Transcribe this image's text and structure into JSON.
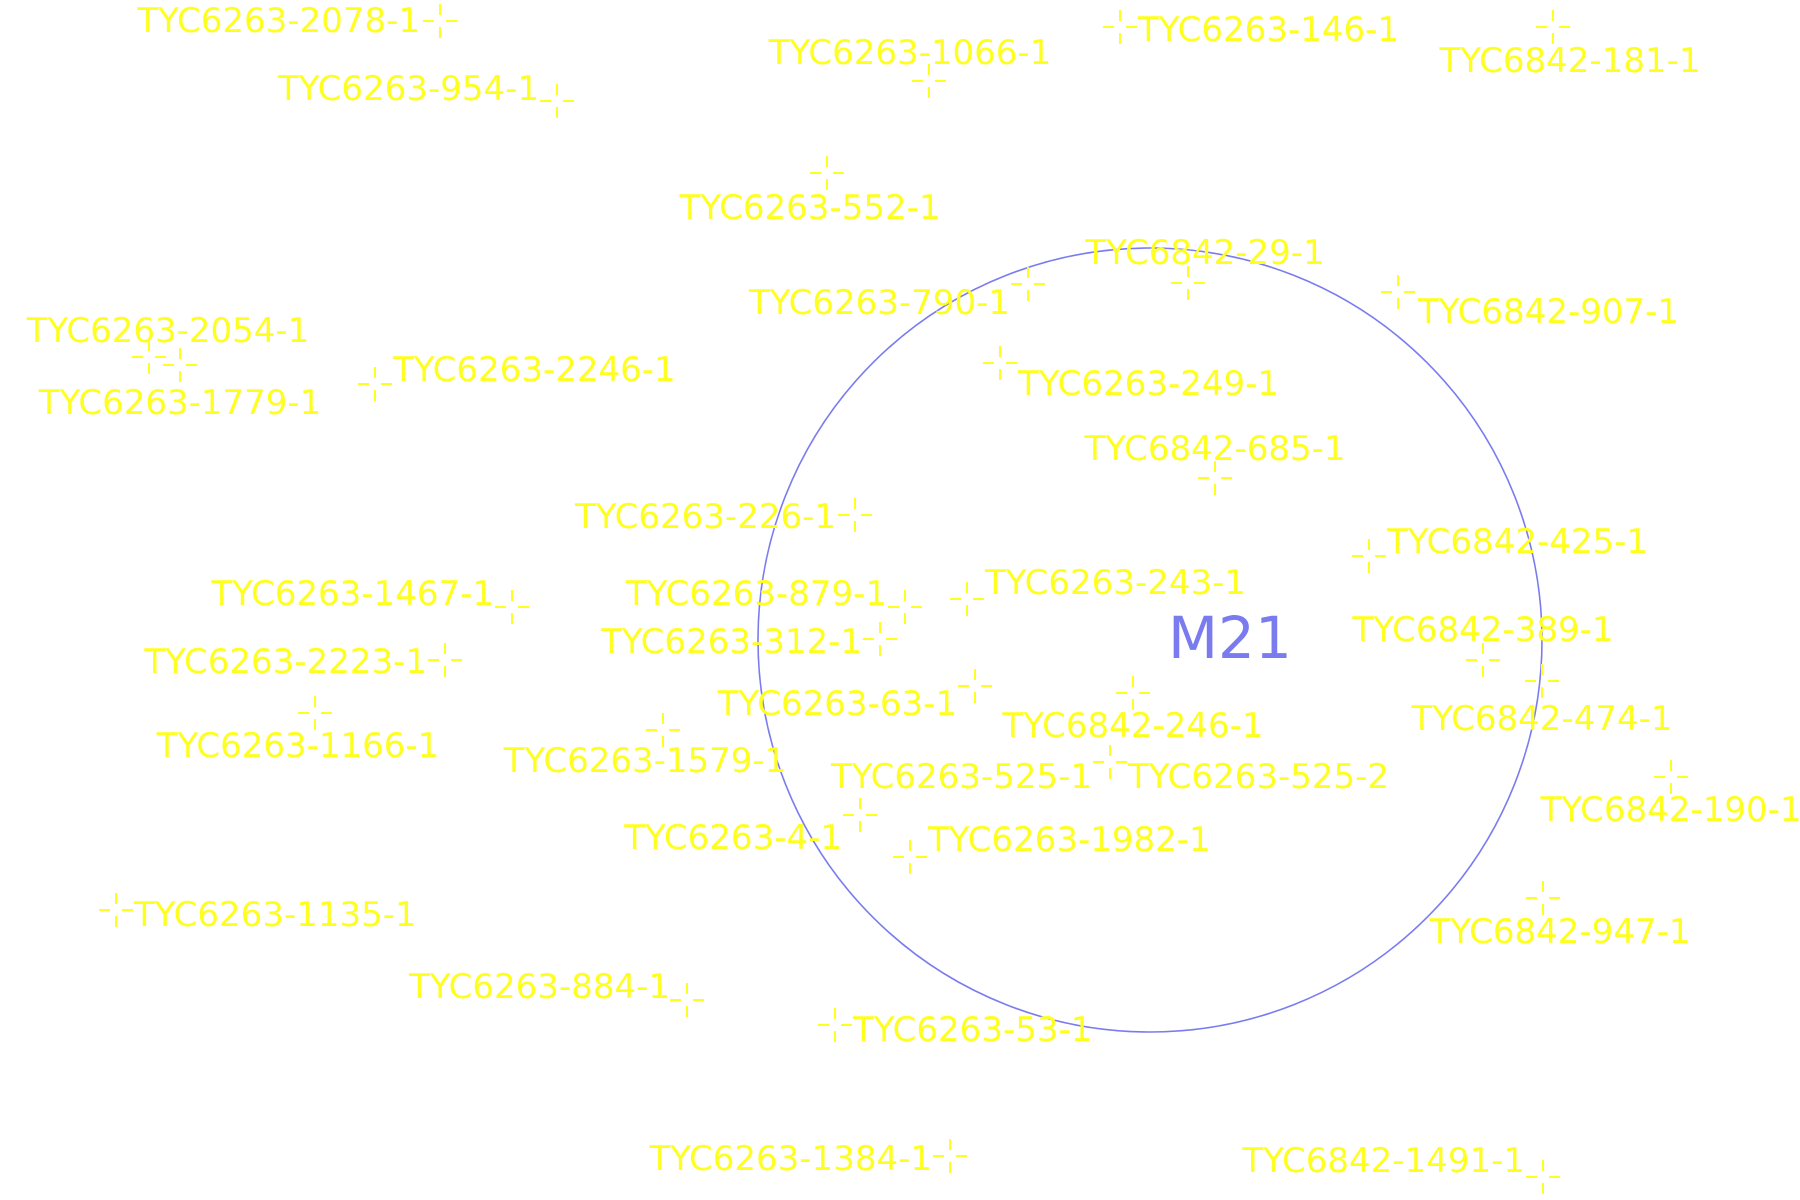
{
  "colors": {
    "background": "#ffffff",
    "star": "#ffff1f",
    "cluster": "#7b7bf0"
  },
  "cluster": {
    "name": "M21"
  },
  "stars": [
    {
      "id": "TYC6263-2078-1"
    },
    {
      "id": "TYC6263-954-1"
    },
    {
      "id": "TYC6263-1066-1"
    },
    {
      "id": "TYC6263-146-1"
    },
    {
      "id": "TYC6842-181-1"
    },
    {
      "id": "TYC6263-552-1"
    },
    {
      "id": "TYC6842-29-1"
    },
    {
      "id": "TYC6263-790-1"
    },
    {
      "id": "TYC6842-907-1"
    },
    {
      "id": "TYC6263-2054-1"
    },
    {
      "id": "TYC6263-2246-1"
    },
    {
      "id": "TYC6263-1779-1"
    },
    {
      "id": "TYC6263-249-1"
    },
    {
      "id": "TYC6842-685-1"
    },
    {
      "id": "TYC6263-226-1"
    },
    {
      "id": "TYC6842-425-1"
    },
    {
      "id": "TYC6263-1467-1"
    },
    {
      "id": "TYC6263-879-1"
    },
    {
      "id": "TYC6263-243-1"
    },
    {
      "id": "TYC6263-312-1"
    },
    {
      "id": "TYC6842-389-1"
    },
    {
      "id": "TYC6263-2223-1"
    },
    {
      "id": "TYC6263-63-1"
    },
    {
      "id": "TYC6842-246-1"
    },
    {
      "id": "TYC6842-474-1"
    },
    {
      "id": "TYC6263-1166-1"
    },
    {
      "id": "TYC6263-1579-1"
    },
    {
      "id": "TYC6263-525-1"
    },
    {
      "id": "TYC6263-525-2"
    },
    {
      "id": "TYC6842-190-1"
    },
    {
      "id": "TYC6263-4-1"
    },
    {
      "id": "TYC6263-1982-1"
    },
    {
      "id": "TYC6263-1135-1"
    },
    {
      "id": "TYC6842-947-1"
    },
    {
      "id": "TYC6263-884-1"
    },
    {
      "id": "TYC6263-53-1"
    },
    {
      "id": "TYC6263-1384-1"
    },
    {
      "id": "TYC6842-1491-1"
    }
  ]
}
